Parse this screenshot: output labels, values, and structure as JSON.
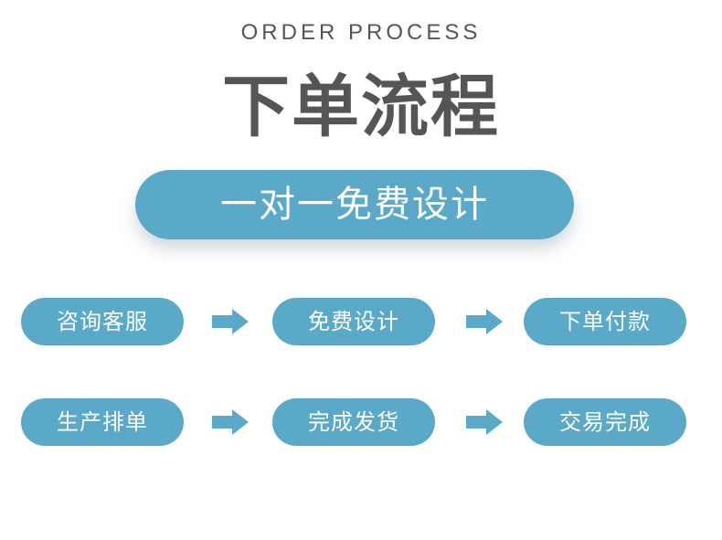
{
  "header": {
    "subtitle": "ORDER PROCESS",
    "title": "下单流程"
  },
  "banner": {
    "label": "一对一免费设计"
  },
  "steps": [
    {
      "label": "咨询客服"
    },
    {
      "label": "免费设计"
    },
    {
      "label": "下单付款"
    },
    {
      "label": "生产排单"
    },
    {
      "label": "完成发货"
    },
    {
      "label": "交易完成"
    }
  ],
  "icons": {
    "arrow": "arrow-right-icon"
  },
  "colors": {
    "accent": "#5ba9c9",
    "heading": "#555555",
    "background": "#ffffff"
  }
}
